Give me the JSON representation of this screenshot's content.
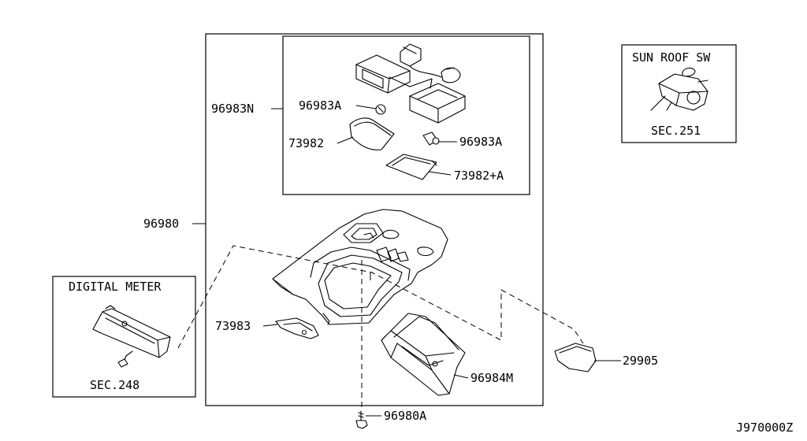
{
  "callouts": {
    "p96983N": "96983N",
    "p96983A_1": "96983A",
    "p96983A_2": "96983A",
    "p73982": "73982",
    "p73982A": "73982+A",
    "p96980": "96980",
    "p73983": "73983",
    "p96984M": "96984M",
    "p29905": "29905",
    "p96980A": "96980A"
  },
  "boxes": {
    "digital_meter_title": "DIGITAL METER",
    "digital_meter_ref": "SEC.248",
    "sunroof_title": "SUN ROOF SW",
    "sunroof_ref": "SEC.251"
  },
  "diagram_id": "J970000Z"
}
